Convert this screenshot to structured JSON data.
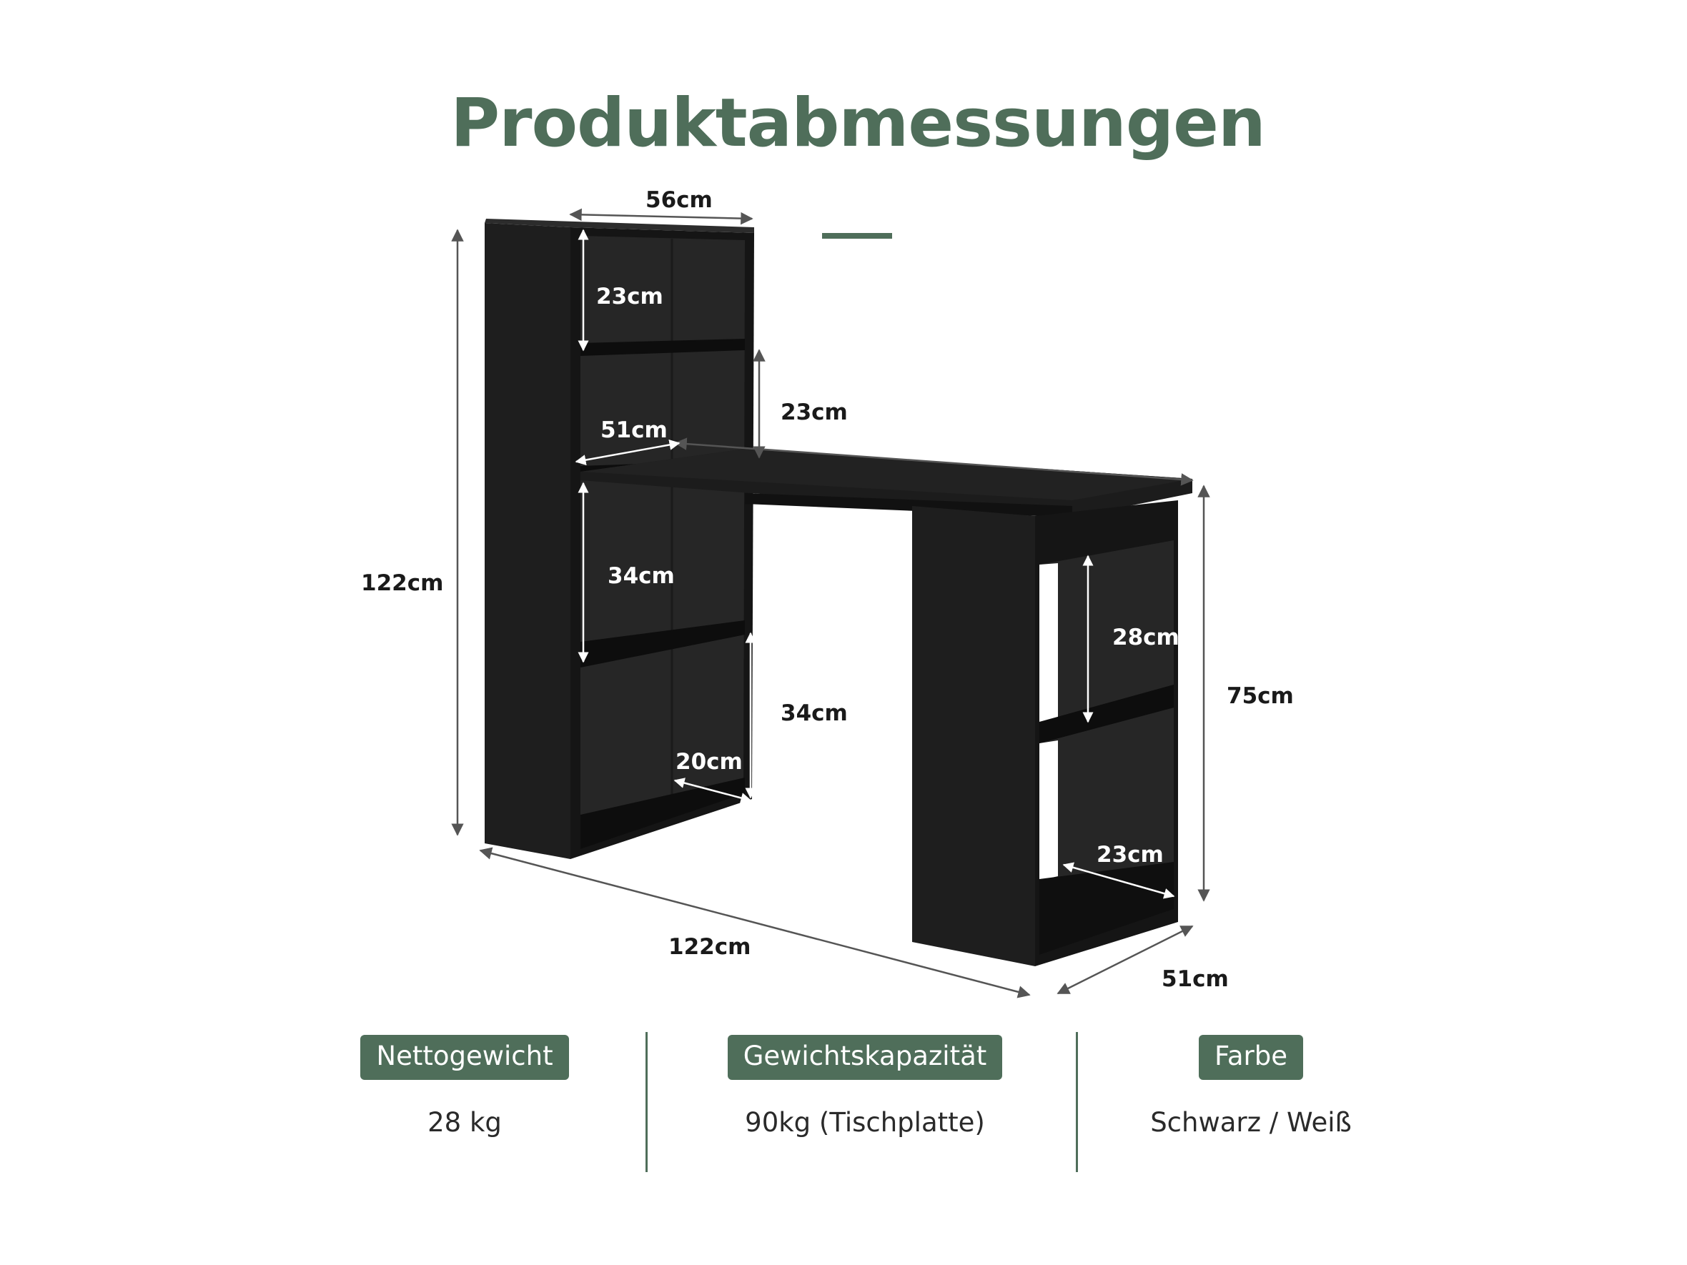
{
  "title": "Produktabmessungen",
  "dimensions": {
    "shelf_width": "56cm",
    "shelf_top_compartment": "23cm",
    "shelf_upper_outer": "23cm",
    "shelf_depth": "51cm",
    "total_height": "122cm",
    "shelf_mid_compartment": "34cm",
    "shelf_lower_outer": "34cm",
    "shelf_bottom_depth": "20cm",
    "total_width": "122cm",
    "desk_depth": "51cm",
    "desk_height": "75cm",
    "side_compartment_height": "28cm",
    "side_compartment_depth": "23cm"
  },
  "specs": [
    {
      "label": "Nettogewicht",
      "value": "28 kg"
    },
    {
      "label": "Gewichtskapazität",
      "value": "90kg (Tischplatte)"
    },
    {
      "label": "Farbe",
      "value": "Schwarz / Weiß"
    }
  ],
  "colors": {
    "accent": "#4f6e5a",
    "furniture": "#1c1c1c",
    "background": "#ffffff"
  }
}
